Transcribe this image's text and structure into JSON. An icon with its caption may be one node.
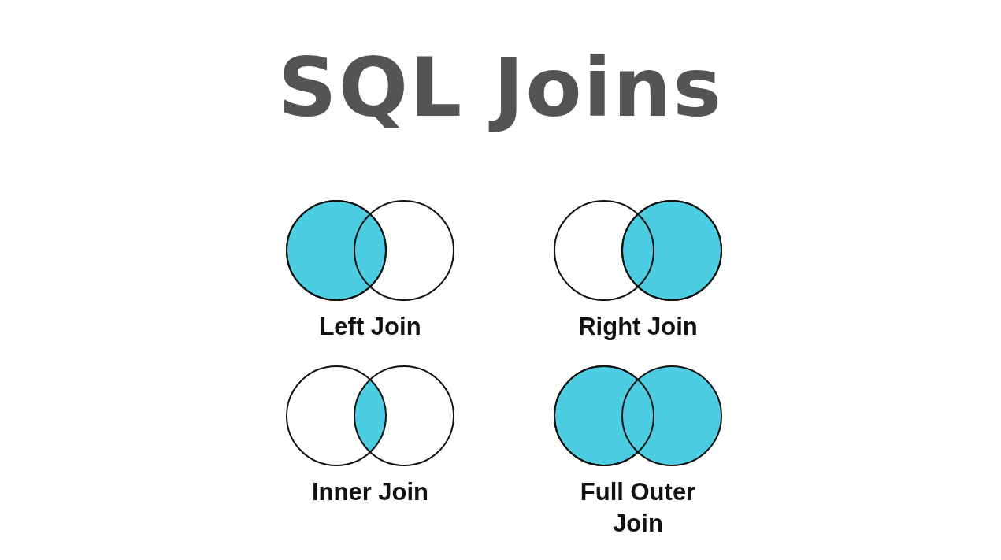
{
  "diagram": {
    "title": "SQL Joins",
    "labels": [
      "Left Join",
      "Right Join",
      "Inner Join",
      "Full Outer Join"
    ]
  }
}
